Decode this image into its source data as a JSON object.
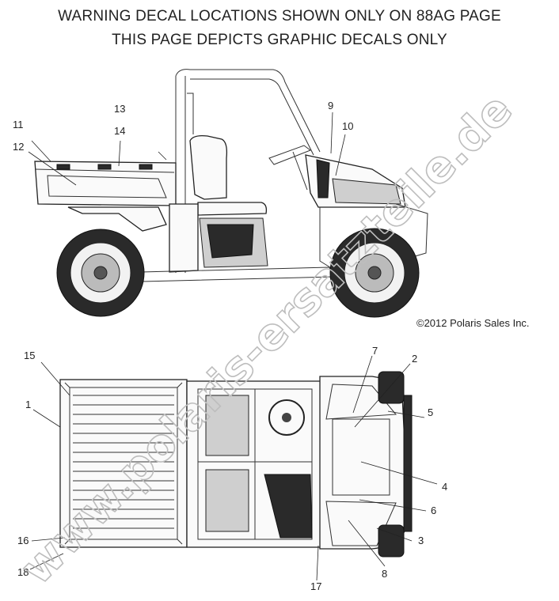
{
  "header": {
    "line1": "WARNING DECAL LOCATIONS SHOWN ONLY ON 88AG PAGE",
    "line2": "THIS PAGE DEPICTS GRAPHIC DECALS ONLY"
  },
  "copyright": "©2012 Polaris Sales Inc.",
  "watermark": "www.polaris-ersatzteile.de",
  "side_view": {
    "callouts": [
      "9",
      "10",
      "11",
      "12",
      "13",
      "14"
    ]
  },
  "top_view": {
    "callouts": [
      "1",
      "2",
      "3",
      "4",
      "5",
      "6",
      "7",
      "8",
      "15",
      "16",
      "17",
      "18"
    ]
  }
}
